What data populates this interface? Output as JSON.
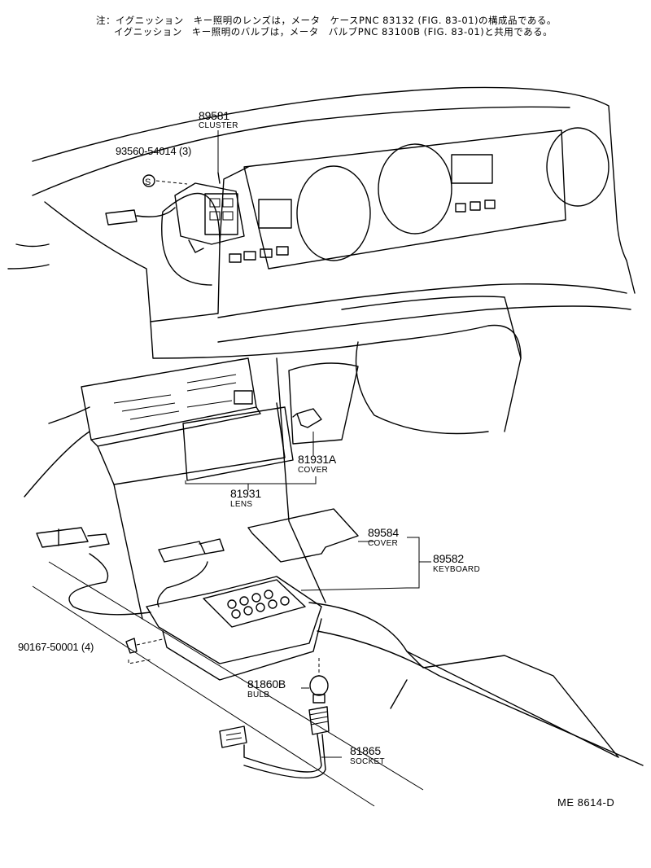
{
  "notes": [
    "注：イグニッション　キー照明のレンズは，メータ　ケースPNC 83132 (FIG. 83-01)の構成品である。",
    "イグニッション　キー照明のバルブは，メータ　バルブPNC 83100B (FIG. 83-01)と共用である。"
  ],
  "parts": [
    {
      "code": "89581",
      "name": "CLUSTER"
    },
    {
      "code": "93560-54014 (3)",
      "name": ""
    },
    {
      "code": "81931A",
      "name": "COVER"
    },
    {
      "code": "81931",
      "name": "LENS"
    },
    {
      "code": "89584",
      "name": "COVER"
    },
    {
      "code": "89582",
      "name": "KEYBOARD"
    },
    {
      "code": "90167-50001 (4)",
      "name": ""
    },
    {
      "code": "81860B",
      "name": "BULB"
    },
    {
      "code": "81865",
      "name": "SOCKET"
    }
  ],
  "symbol": "S",
  "reference": "ME  8614-D"
}
